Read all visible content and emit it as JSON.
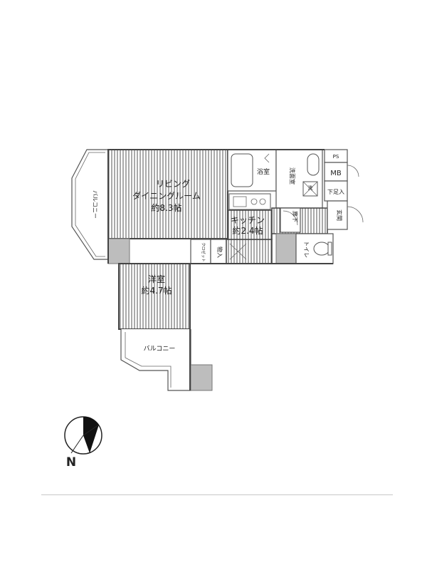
{
  "rooms": {
    "living": {
      "name_line1": "リビング",
      "name_line2": "ダイニングルーム",
      "size": "約8.3帖"
    },
    "kitchen": {
      "name": "キッチン",
      "size": "約2.4帖"
    },
    "western": {
      "name": "洋室",
      "size": "約4.7帖"
    },
    "bath": {
      "name": "浴室"
    },
    "washroom": {
      "name": "洗面室"
    },
    "toilet": {
      "name": "トイレ"
    },
    "entrance": {
      "name": "玄関"
    },
    "shoe_box": {
      "name": "下足入"
    },
    "hallway": {
      "name": "廊下"
    },
    "closet": {
      "name": "クロゼット"
    },
    "storage": {
      "name": "物入"
    },
    "meter_box": {
      "name": "MB"
    },
    "pipe_space": {
      "name": "PS"
    },
    "balcony_west": {
      "name": "バルコニー"
    },
    "balcony_south": {
      "name": "バルコニー"
    },
    "washer_mark": {
      "name": "洗"
    }
  },
  "compass": {
    "label": "N"
  }
}
